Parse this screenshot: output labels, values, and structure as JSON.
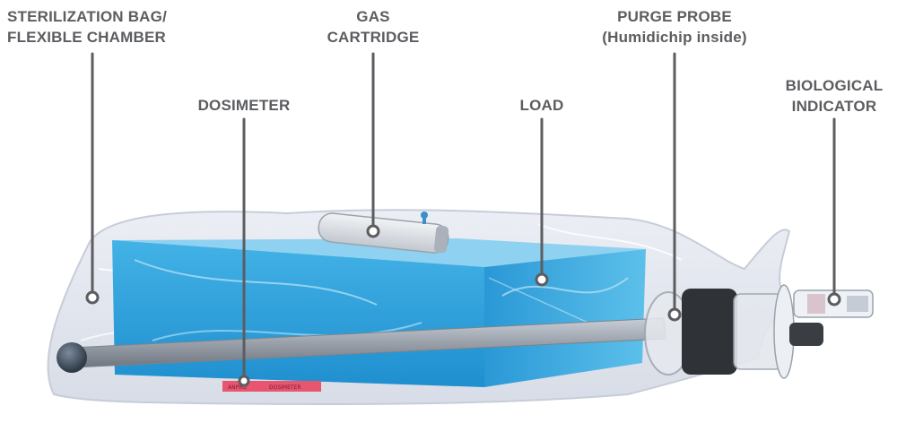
{
  "labels": {
    "bag": {
      "line1": "STERILIZATION BAG/",
      "line2": "FLEXIBLE CHAMBER"
    },
    "dosimeter": {
      "line1": "DOSIMETER"
    },
    "gas": {
      "line1": "GAS",
      "line2": "CARTRIDGE"
    },
    "load": {
      "line1": "LOAD"
    },
    "purge": {
      "line1": "PURGE PROBE",
      "line2": "(Humidichip inside)"
    },
    "bio": {
      "line1": "BIOLOGICAL",
      "line2": "INDICATOR"
    }
  },
  "dosimeter_strip": {
    "left_text": "ANPRO",
    "right_text": "DOSIMETER"
  },
  "colors": {
    "label_text": "#5b5d60",
    "leader_line": "#5b5d60",
    "load_box": "#2f9fd8",
    "bag": "#dfe3ec",
    "dosimeter": "#e8556f"
  }
}
